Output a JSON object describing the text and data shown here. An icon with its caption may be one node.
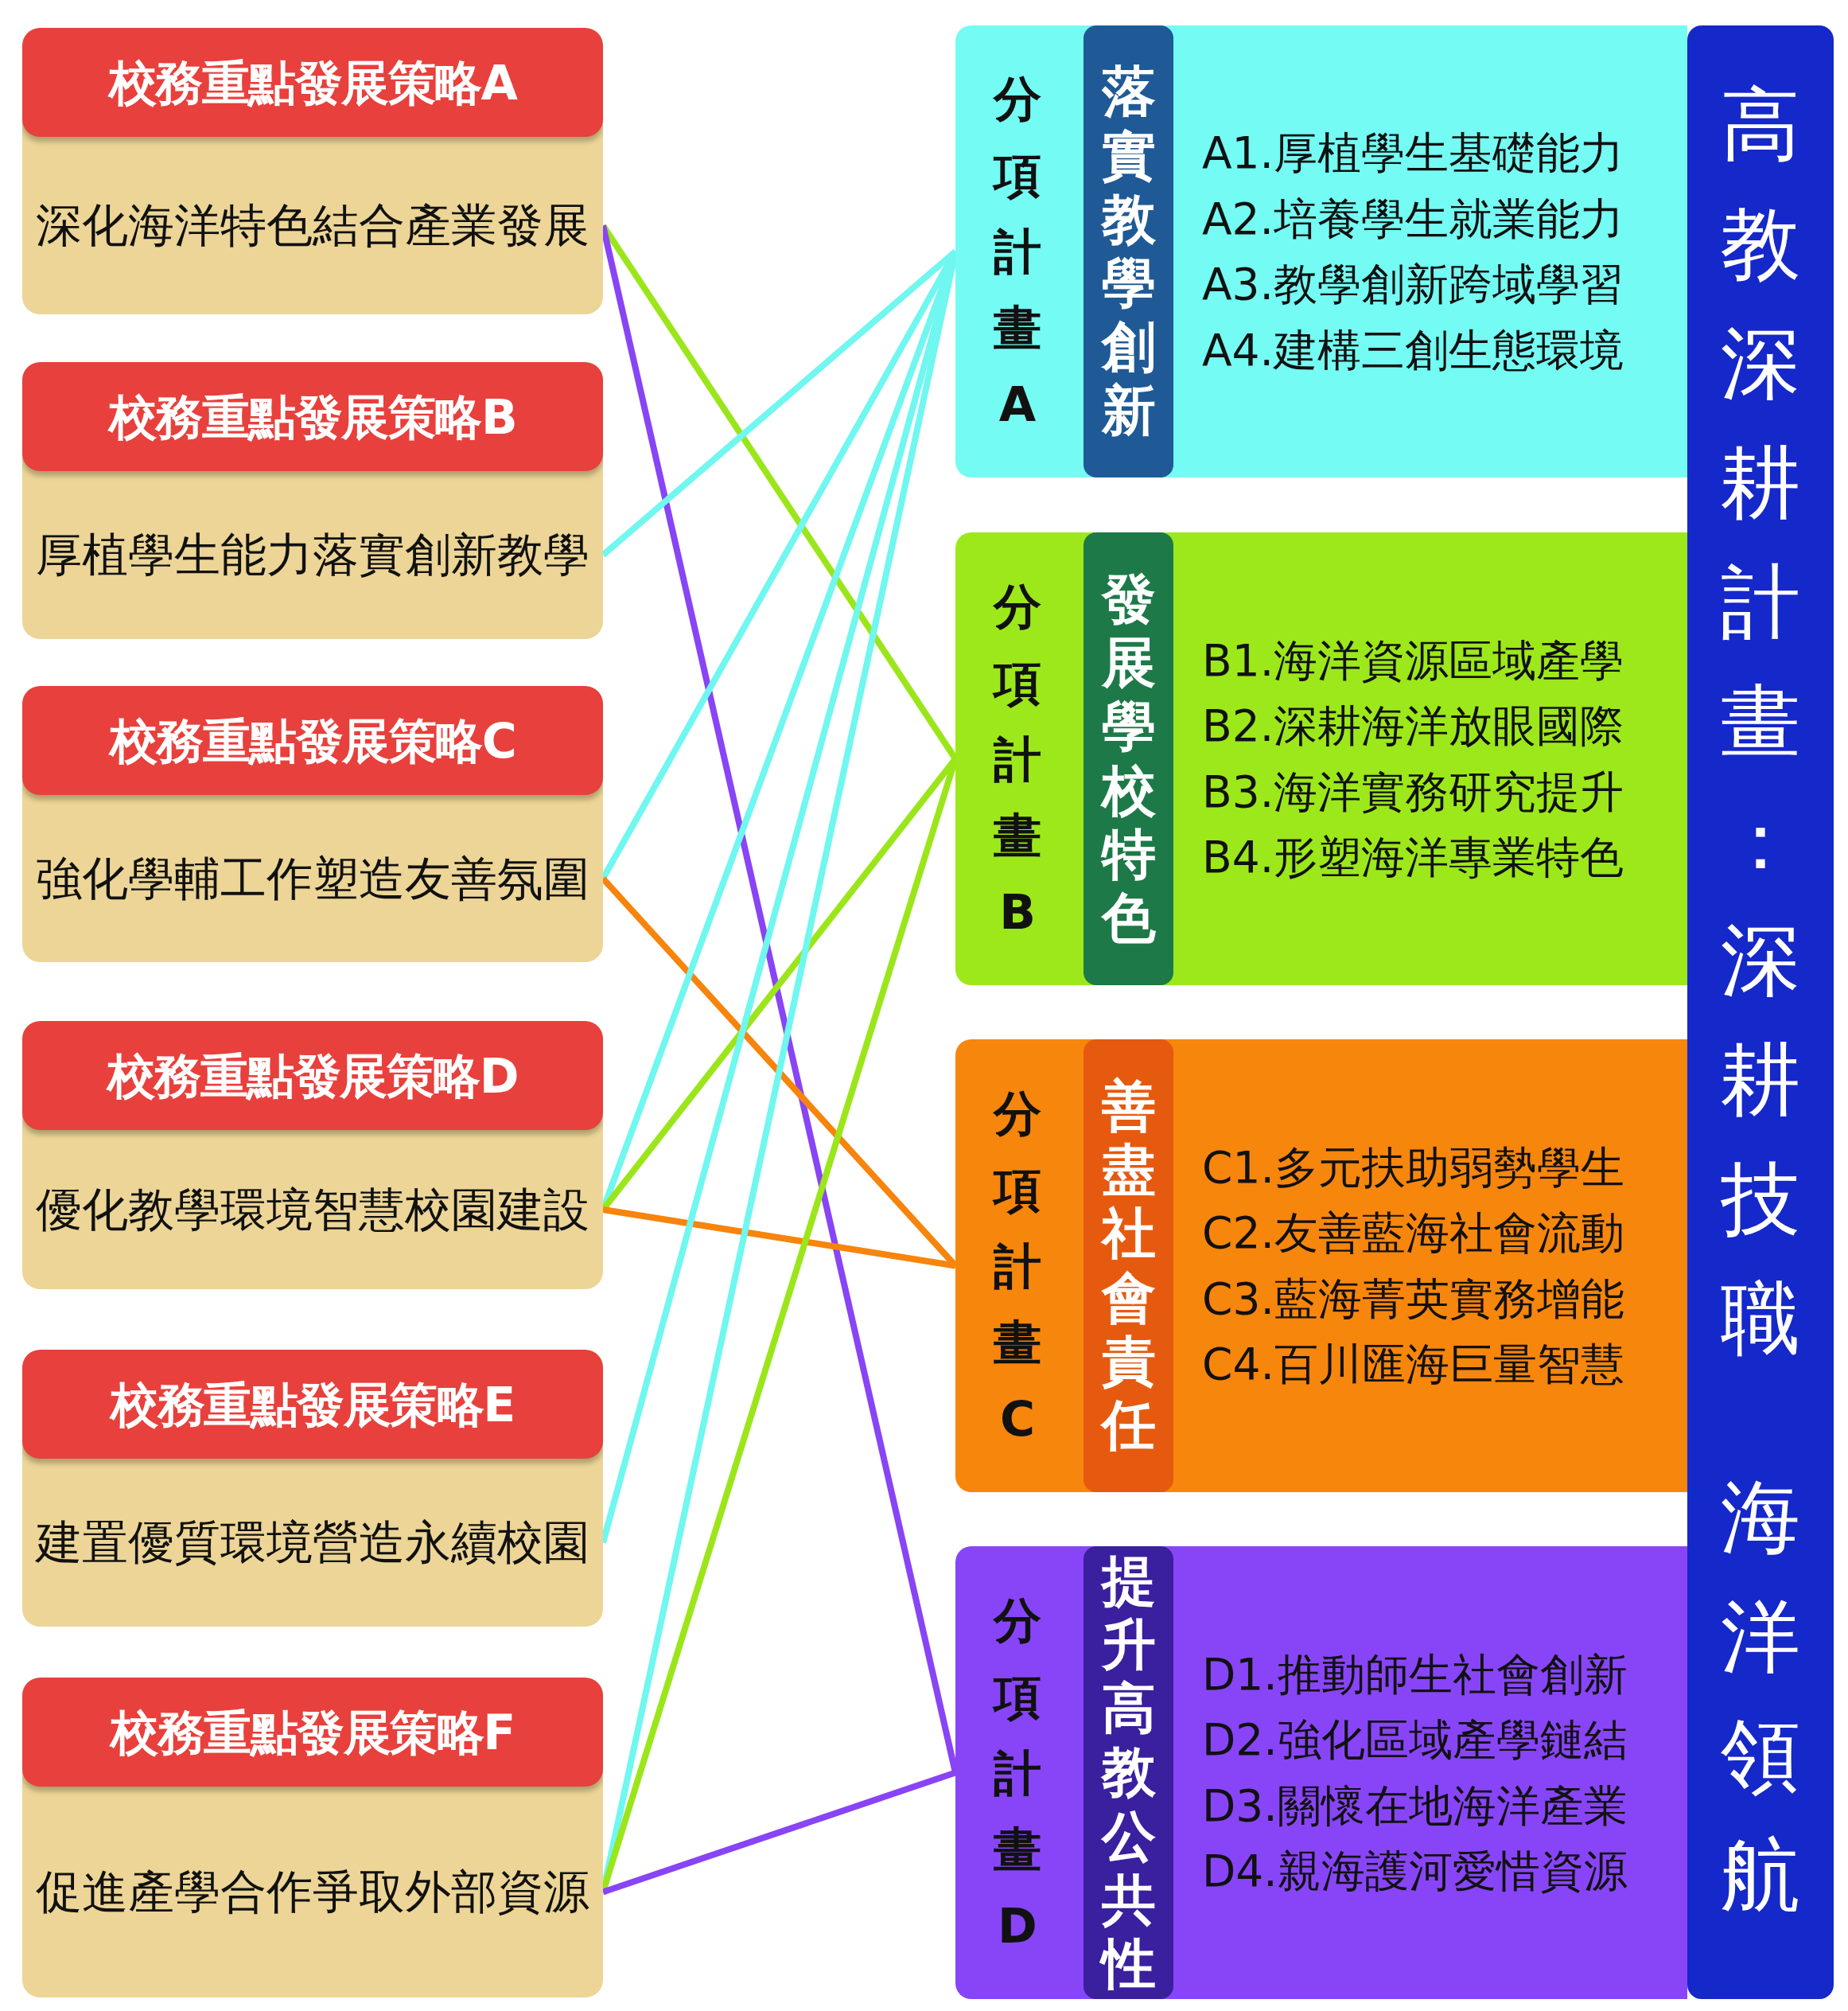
{
  "diagram": {
    "nodes": [
      {
        "text": [
          "校務重點發展策略A",
          "深化海洋特色結合產業發展"
        ]
      },
      {
        "text": [
          "校務重點發展策略B",
          "厚植學生能力落實創新教學"
        ]
      },
      {
        "text": [
          "校務重點發展策略C",
          "強化學輔工作塑造友善氛圍"
        ]
      },
      {
        "text": [
          "校務重點發展策略D",
          "優化教學環境智慧校園建設"
        ]
      },
      {
        "text": [
          "校務重點發展策略E",
          "建置優質環境營造永續校園"
        ]
      },
      {
        "text": [
          "校務重點發展策略F",
          "促進產學合作爭取外部資源"
        ]
      },
      {
        "text": [
          "分項計畫A",
          "A1.厚植學生基礎能力",
          "A2.培養學生就業能力",
          "A3.教學創新跨域學習",
          "A4.建構三創生態環境"
        ]
      },
      {
        "text": [
          "落實教學創新"
        ],
        "in": 6
      },
      {
        "text": [
          "分項計畫B",
          "B1.海洋資源區域產學",
          "B2.深耕海洋放眼國際",
          "B3.海洋實務研究提升",
          "B4.形塑海洋專業特色"
        ]
      },
      {
        "text": [
          "發展學校特色"
        ],
        "in": 8
      },
      {
        "text": [
          "分項計畫C",
          "C1.多元扶助弱勢學生",
          "C2.友善藍海社會流動",
          "C3.藍海菁英實務增能",
          "C4.百川匯海巨量智慧"
        ]
      },
      {
        "text": [
          "善盡社會責任"
        ],
        "in": 10
      },
      {
        "text": [
          "分項計畫D",
          "D1.推動師生社會創新",
          "D2.強化區域產學鏈結",
          "D3.關懷在地海洋產業",
          "D4.親海護河愛惜資源"
        ]
      },
      {
        "text": [
          "提升高教公共性"
        ],
        "in": 12
      },
      {
        "text": [
          "高教深耕計畫：深耕技職",
          "海洋領航"
        ]
      }
    ],
    "edges": [
      {
        "from": 0,
        "to": 8,
        "arrow": "none",
        "color": "#9be61a"
      },
      {
        "from": 0,
        "to": 12,
        "arrow": "none",
        "color": "#8844f5"
      },
      {
        "from": 1,
        "to": 6,
        "arrow": "none",
        "color": "#6ff7f0"
      },
      {
        "from": 2,
        "to": 6,
        "arrow": "none",
        "color": "#6ff7f0"
      },
      {
        "from": 2,
        "to": 10,
        "arrow": "none",
        "color": "#f7840c"
      },
      {
        "from": 3,
        "to": 6,
        "arrow": "none",
        "color": "#6ff7f0"
      },
      {
        "from": 3,
        "to": 8,
        "arrow": "none",
        "color": "#9be61a"
      },
      {
        "from": 3,
        "to": 10,
        "arrow": "none",
        "color": "#f7840c"
      },
      {
        "from": 4,
        "to": 6,
        "arrow": "none",
        "color": "#6ff7f0"
      },
      {
        "from": 5,
        "to": 6,
        "arrow": "none",
        "color": "#6ff7f0"
      },
      {
        "from": 5,
        "to": 8,
        "arrow": "none",
        "color": "#9be61a"
      },
      {
        "from": 5,
        "to": 12,
        "arrow": "none",
        "color": "#8844f5"
      }
    ]
  }
}
